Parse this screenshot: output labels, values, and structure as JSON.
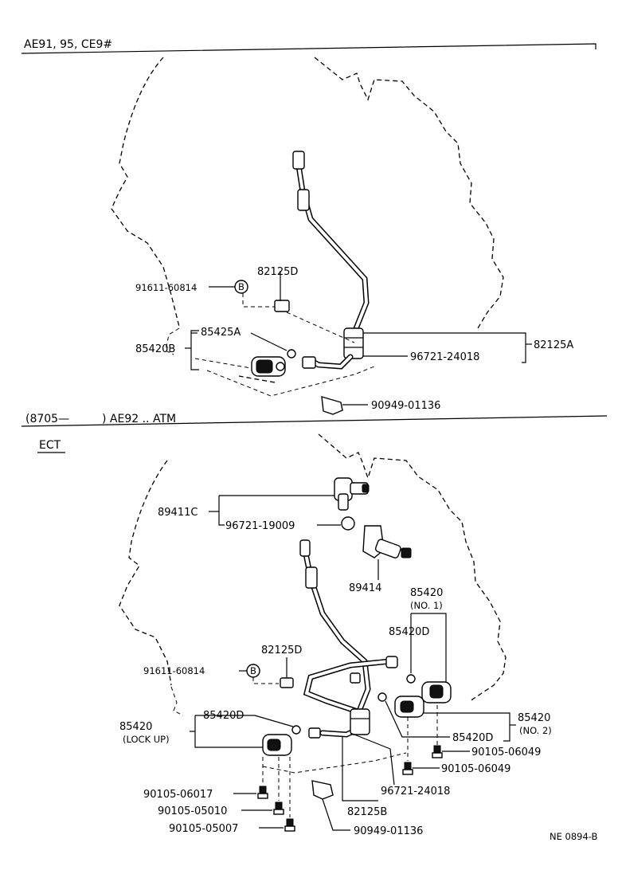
{
  "section1": {
    "header": "AE91, 95, CE9#",
    "labels": {
      "bolt_91611": "91611-60814",
      "circle_b": "B",
      "clamp_82125d": "82125D",
      "oring_85425a": "85425A",
      "solenoid_85420b": "85420B",
      "wire_82125a": "82125A",
      "oring_96721": "96721-24018",
      "bracket_90949": "90949-01136"
    }
  },
  "section2": {
    "header_prefix": "(8705—",
    "header_suffix": ") AE92 .. ATM",
    "sub_header": "ECT",
    "labels": {
      "sensor_89411c": "89411C",
      "oring_96721_19009": "96721-19009",
      "sensor_89414": "89414",
      "sol_85420_no1": "85420",
      "sol_85420_no1_note": "(NO. 1)",
      "oring_85420d_top": "85420D",
      "clamp_82125d": "82125D",
      "bolt_91611": "91611-60814",
      "circle_b": "B",
      "sol_lockup": "85420",
      "sol_lockup_note": "(LOCK UP)",
      "oring_85420d_left": "85420D",
      "sol_85420_no2": "85420",
      "sol_85420_no2_note": "(NO. 2)",
      "oring_85420d_right": "85420D",
      "bolt_06049_a": "90105-06049",
      "bolt_06049_b": "90105-06049",
      "bolt_06017": "90105-06017",
      "bolt_05010": "90105-05010",
      "bolt_05007": "90105-05007",
      "oring_96721_24018": "96721-24018",
      "wire_82125b": "82125B",
      "bracket_90949": "90949-01136"
    }
  },
  "footer": {
    "code": "NE  0894-B"
  }
}
